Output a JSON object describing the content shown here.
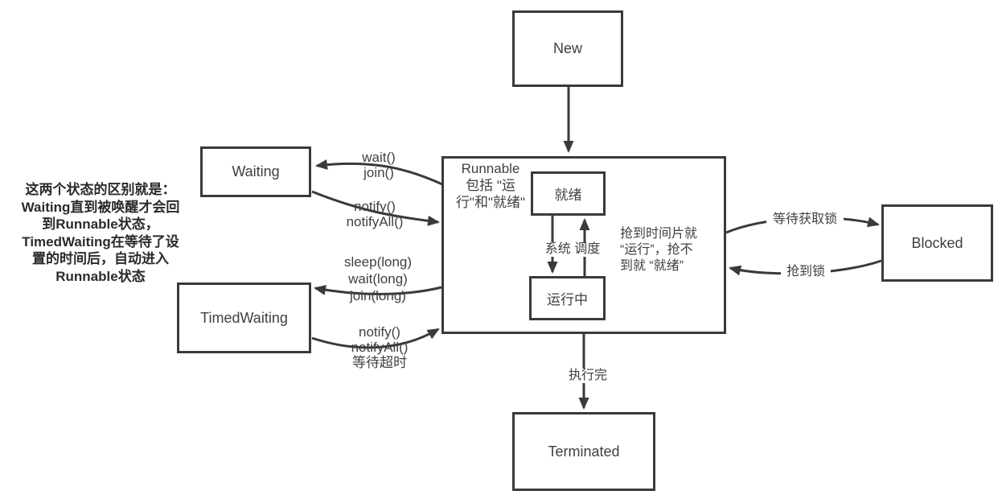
{
  "colors": {
    "stroke": "#3a3a3a",
    "text": "#3f3f3f",
    "annotation_text": "#2b2b2b",
    "background": "#ffffff"
  },
  "annotation": {
    "text": "这两个状态的区别就是：\nWaiting直到被唤醒才会回\n到Runnable状态，\nTimedWaiting在等待了设\n置的时间后，自动进入\nRunnable状态"
  },
  "states": {
    "new": "New",
    "waiting": "Waiting",
    "timed_waiting": "TimedWaiting",
    "runnable_title": "Runnable\n包括 \"运\n行\"和\"就绪\"",
    "runnable_note": "抢到时间片就\n“运行”，抢不\n到就 “就绪”",
    "ready": "就绪",
    "running": "运行中",
    "blocked": "Blocked",
    "terminated": "Terminated"
  },
  "transitions": {
    "runnable_to_waiting": "wait()\njoin()",
    "waiting_to_runnable": "notify()\nnotifyAll()",
    "runnable_to_timed_waiting": "sleep(long)\nwait(long)\njoin(long)",
    "timed_waiting_to_runnable": "notify()\nnotifyAll()\n等待超时",
    "runnable_to_blocked": "等待获取锁",
    "blocked_to_runnable": "抢到锁",
    "ready_running_scheduler": "系统 调度",
    "runnable_to_terminated": "执行完"
  }
}
